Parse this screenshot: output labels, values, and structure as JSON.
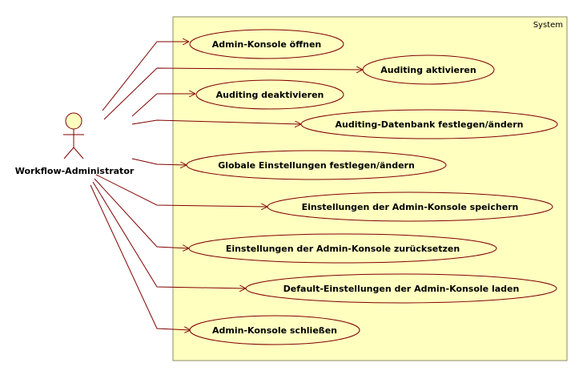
{
  "colors": {
    "system_fill": "#ffffc0",
    "system_stroke": "#8b8b64",
    "use_case_fill": "#ffffc0",
    "use_case_stroke": "#800000",
    "association_stroke": "#800000",
    "actor_head_fill": "#ffffc0",
    "actor_stroke": "#800000"
  },
  "system": {
    "label": "System"
  },
  "actor": {
    "name": "Workflow-Administrator",
    "icon": "stick-figure-icon"
  },
  "use_cases": [
    {
      "id": "admin-konsole-oeffnen",
      "label": "Admin-Konsole öffnen"
    },
    {
      "id": "auditing-aktivieren",
      "label": "Auditing aktivieren"
    },
    {
      "id": "auditing-deaktivieren",
      "label": "Auditing deaktivieren"
    },
    {
      "id": "auditing-datenbank-festlegen",
      "label": "Auditing-Datenbank festlegen/ändern"
    },
    {
      "id": "globale-einstellungen-festlegen",
      "label": "Globale Einstellungen festlegen/ändern"
    },
    {
      "id": "einstellungen-speichern",
      "label": "Einstellungen der Admin-Konsole speichern"
    },
    {
      "id": "einstellungen-zuruecksetzen",
      "label": "Einstellungen der Admin-Konsole zurücksetzen"
    },
    {
      "id": "default-einstellungen-laden",
      "label": "Default-Einstellungen der Admin-Konsole laden"
    },
    {
      "id": "admin-konsole-schliessen",
      "label": "Admin-Konsole schließen"
    }
  ]
}
